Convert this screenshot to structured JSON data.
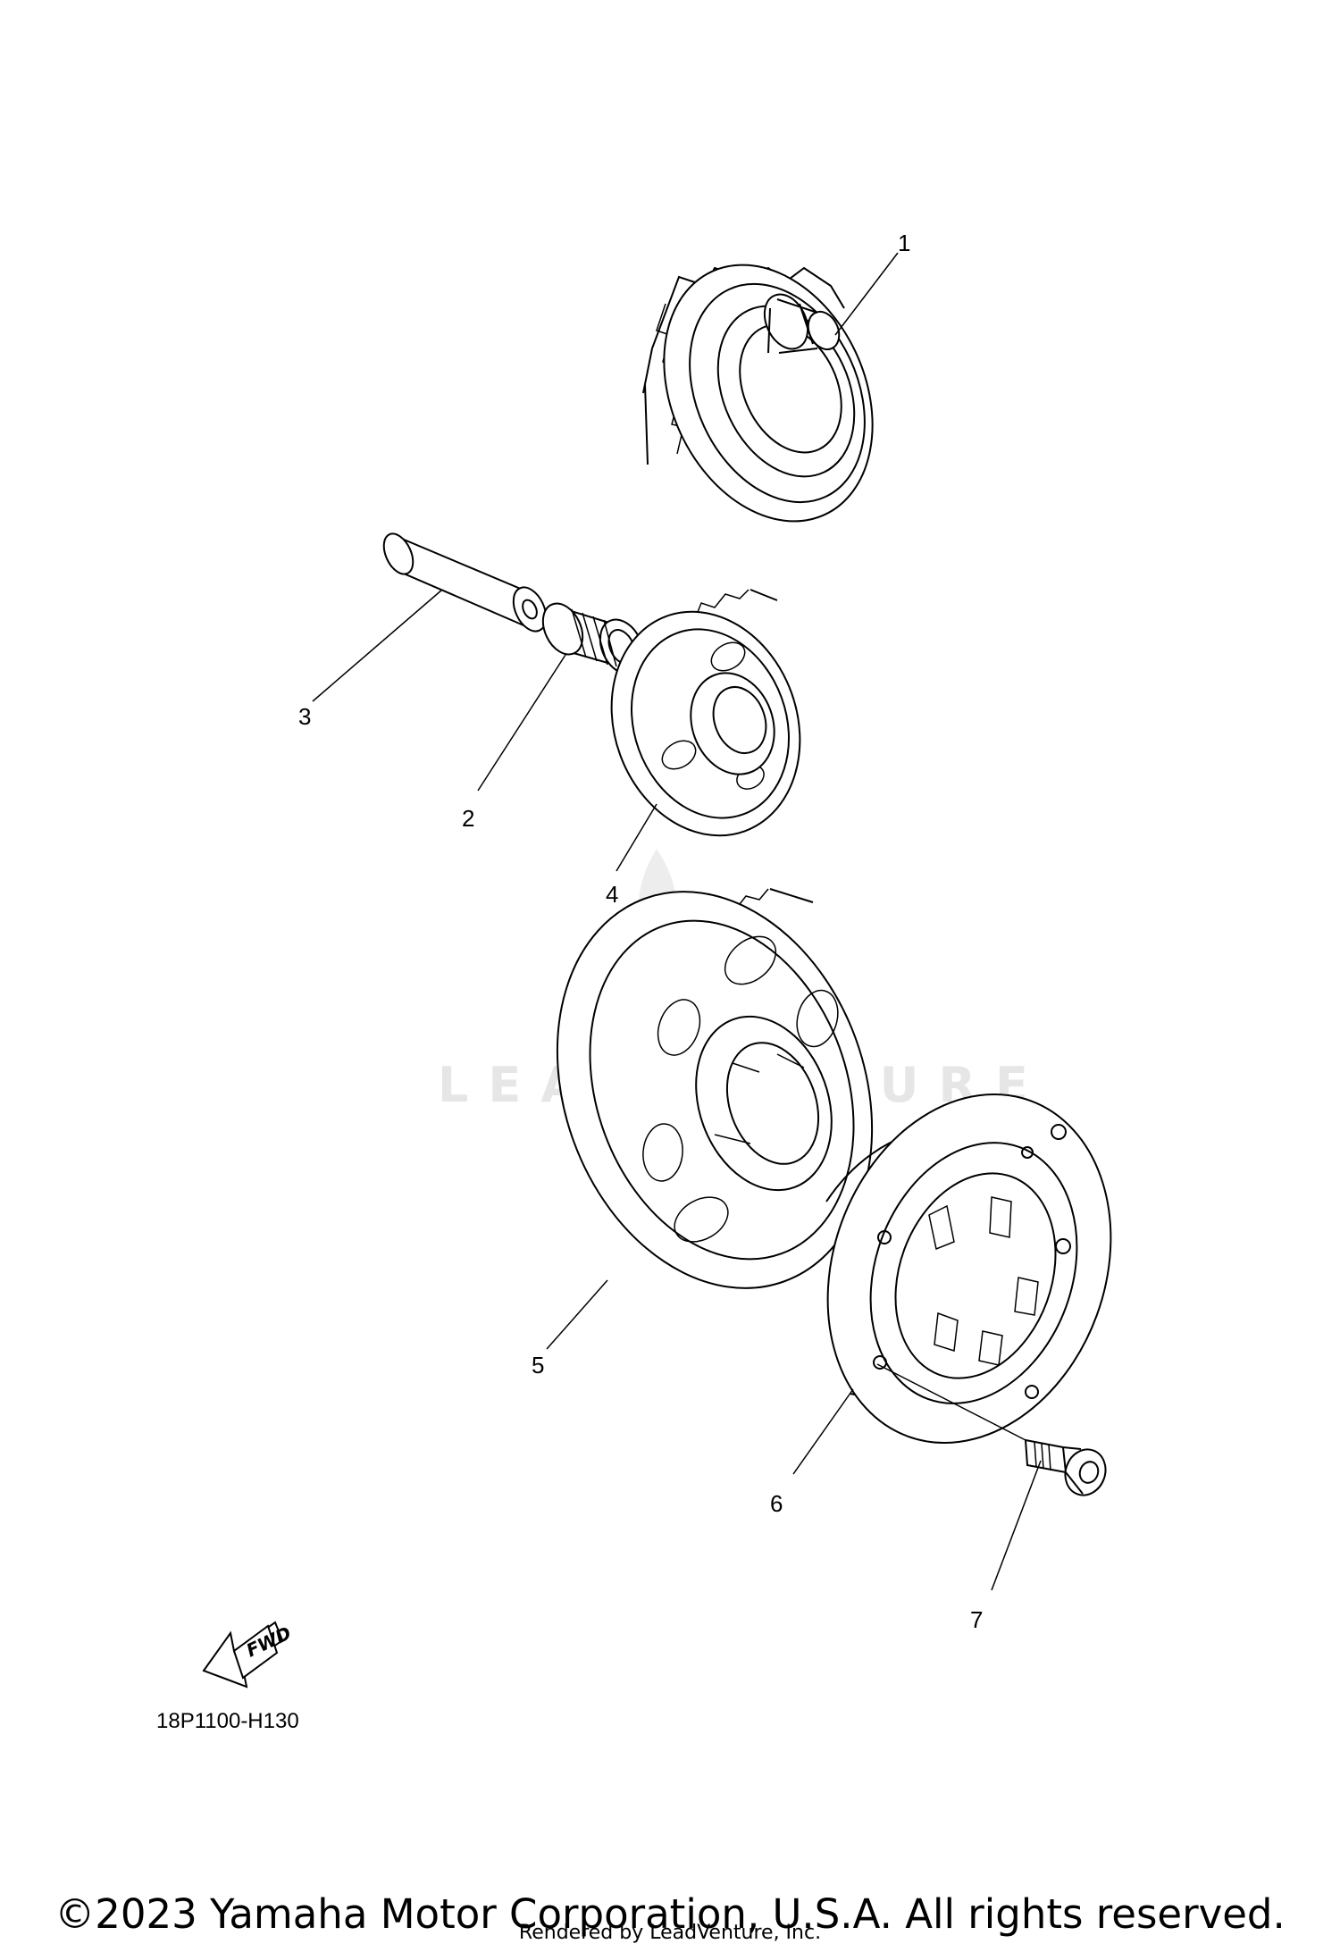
{
  "diagram": {
    "callouts": [
      {
        "id": "1",
        "label": "1"
      },
      {
        "id": "2",
        "label": "2"
      },
      {
        "id": "3",
        "label": "3"
      },
      {
        "id": "4",
        "label": "4"
      },
      {
        "id": "5",
        "label": "5"
      },
      {
        "id": "6",
        "label": "6"
      },
      {
        "id": "7",
        "label": "7"
      }
    ],
    "fwd_label": "FWD",
    "diagram_code": "18P1100-H130",
    "watermark": "LEADVENTURE"
  },
  "footer": {
    "copyright": "©2023 Yamaha Motor Corporation, U.S.A. All rights reserved.",
    "rendered_by": "Rendered by LeadVenture, Inc."
  }
}
